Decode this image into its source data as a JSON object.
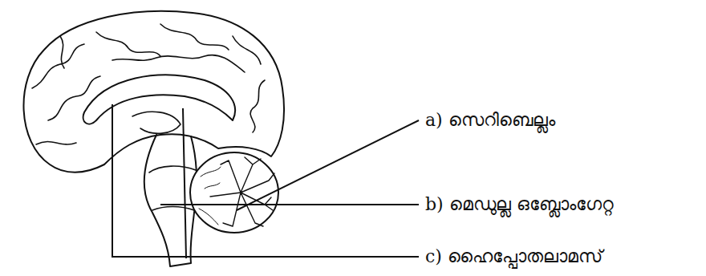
{
  "diagram": {
    "labels": [
      "a) സെറിബെല്ലം",
      "b) മെഡുല്ല ഒബ്ലോംഗേറ്റ",
      "c) ഹൈപ്പോതലാമസ്"
    ]
  }
}
